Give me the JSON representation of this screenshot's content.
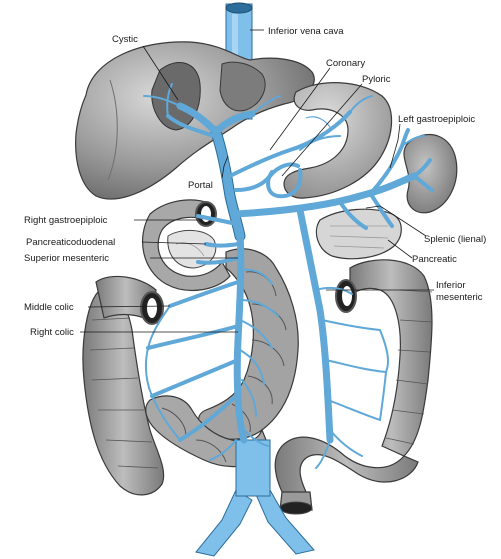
{
  "labels": {
    "cystic": "Cystic",
    "inferior_vena_cava": "Inferior vena cava",
    "coronary": "Coronary",
    "pyloric": "Pyloric",
    "left_gastroepiploic": "Left gastroepiploic",
    "portal": "Portal",
    "right_gastroepiploic": "Right gastroepiploic",
    "pancreaticoduodenal": "Pancreaticoduodenal",
    "superior_mesenteric": "Superior mesenteric",
    "splenic": "Splenic (lienal)",
    "pancreatic": "Pancreatic",
    "middle_colic": "Middle colic",
    "inferior_mesenteric_1": "Inferior",
    "inferior_mesenteric_2": "mesenteric",
    "right_colic": "Right colic"
  },
  "colors": {
    "vein": "#5fa8d8",
    "vein_edge": "#2c6d9c",
    "organ_fill": "#8e8e8e",
    "organ_light": "#c9c9c9",
    "organ_dark": "#555555"
  }
}
